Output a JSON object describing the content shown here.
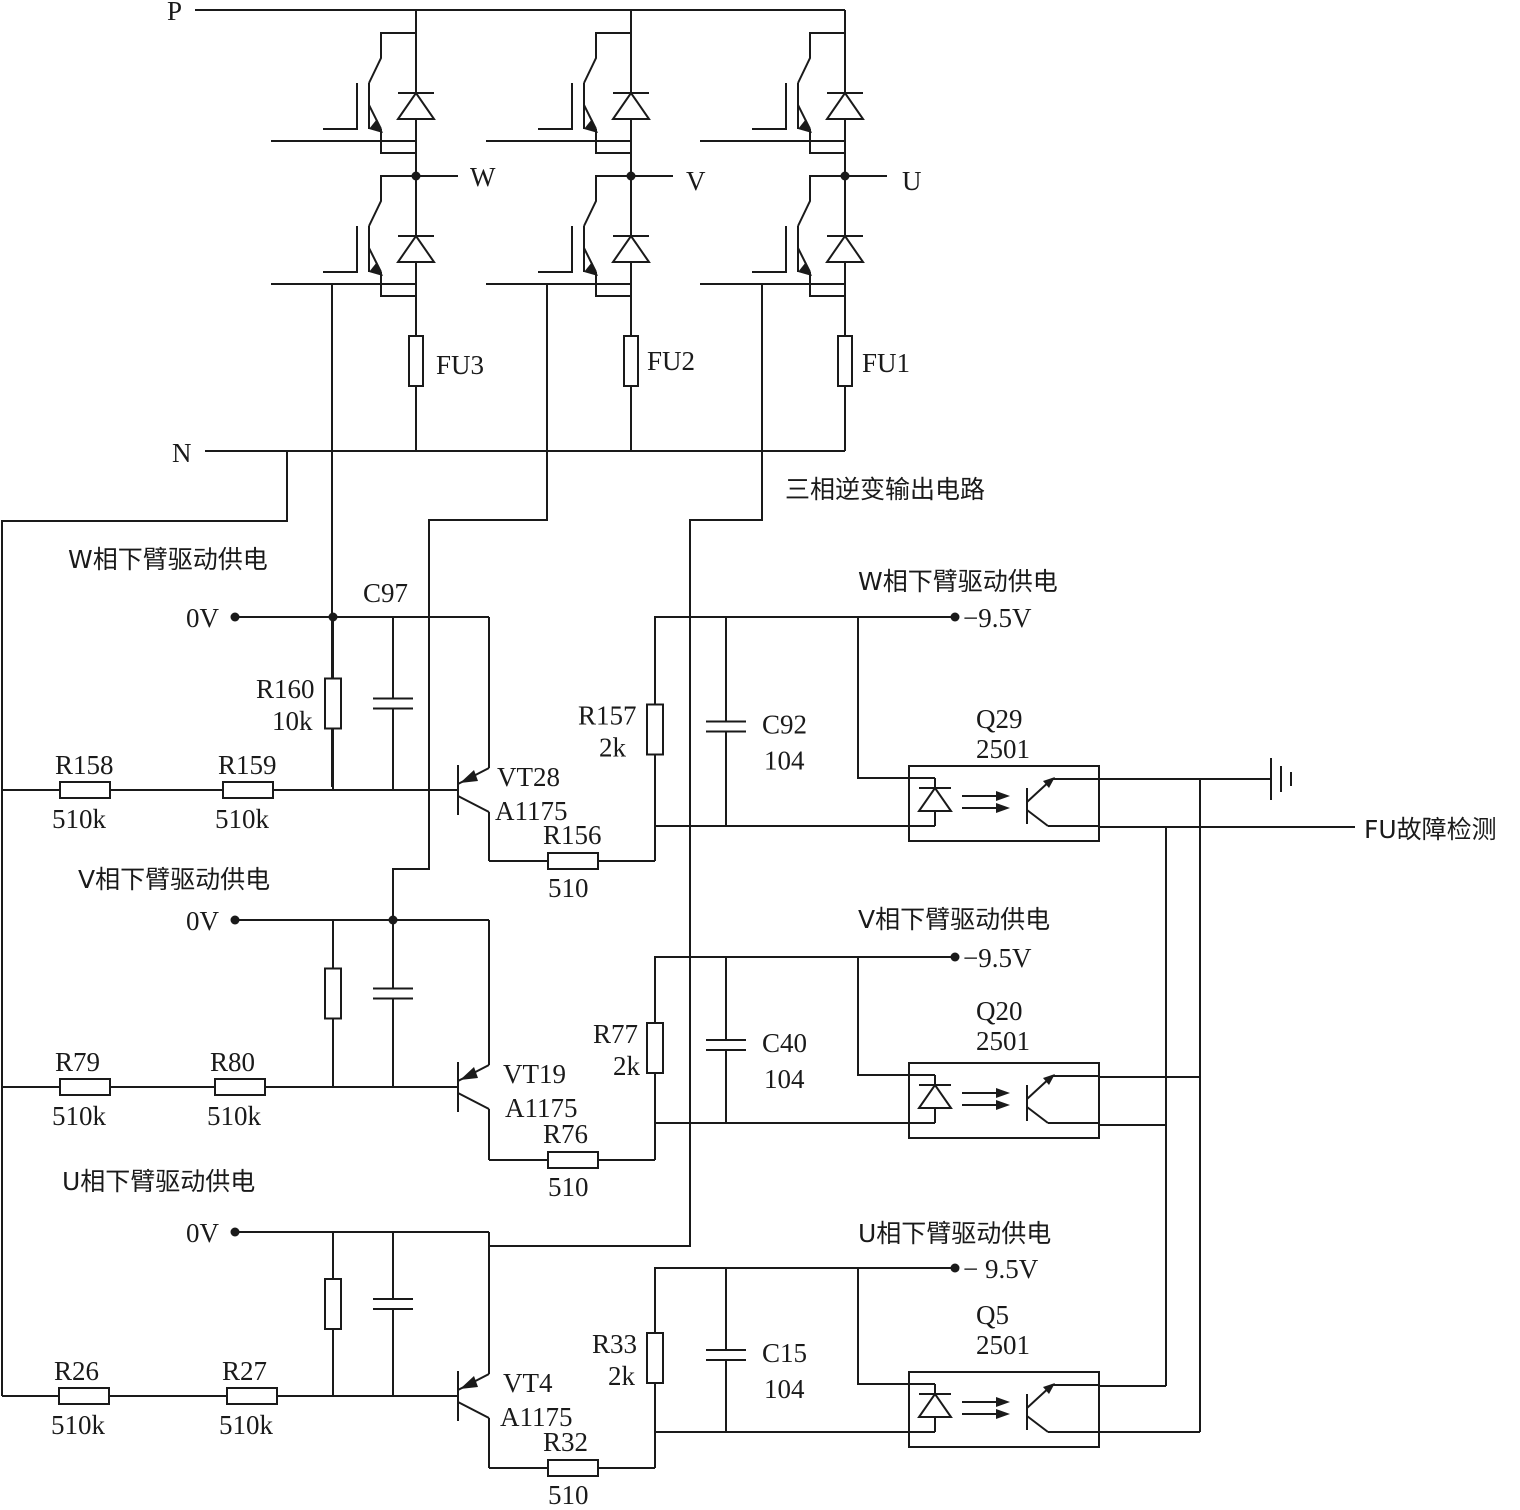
{
  "title": "三相逆变输出电路",
  "bus": {
    "positive": "P",
    "negative": "N"
  },
  "phases": [
    "W",
    "V",
    "U"
  ],
  "fuses": [
    "FU3",
    "FU2",
    "FU1"
  ],
  "output_label": "FU故障检测",
  "ground_symbol": "ground-icon",
  "drive_sections": [
    {
      "phase": "W",
      "left_title": "W相下臂驱动供电",
      "zero_v": "0V",
      "r_series_a": {
        "ref": "R158",
        "value": "510k"
      },
      "r_series_b": {
        "ref": "R159",
        "value": "510k"
      },
      "r_shunt": {
        "ref": "R160",
        "value": "10k"
      },
      "cap_left": {
        "ref": "C97"
      },
      "transistor": {
        "ref": "VT28",
        "part": "A1175"
      },
      "r_emitter": {
        "ref": "R156",
        "value": "510"
      },
      "right_title": "W相下臂驱动供电",
      "neg_supply": "−9.5V",
      "r_pullup": {
        "ref": "R157",
        "value": "2k"
      },
      "cap_right": {
        "ref": "C92",
        "value": "104"
      },
      "optocoupler": {
        "ref": "Q29",
        "part": "2501"
      }
    },
    {
      "phase": "V",
      "left_title": "V相下臂驱动供电",
      "zero_v": "0V",
      "r_series_a": {
        "ref": "R79",
        "value": "510k"
      },
      "r_series_b": {
        "ref": "R80",
        "value": "510k"
      },
      "transistor": {
        "ref": "VT19",
        "part": "A1175"
      },
      "r_emitter": {
        "ref": "R76",
        "value": "510"
      },
      "right_title": "V相下臂驱动供电",
      "neg_supply": "−9.5V",
      "r_pullup": {
        "ref": "R77",
        "value": "2k"
      },
      "cap_right": {
        "ref": "C40",
        "value": "104"
      },
      "optocoupler": {
        "ref": "Q20",
        "part": "2501"
      }
    },
    {
      "phase": "U",
      "left_title": "U相下臂驱动供电",
      "zero_v": "0V",
      "r_series_a": {
        "ref": "R26",
        "value": "510k"
      },
      "r_series_b": {
        "ref": "R27",
        "value": "510k"
      },
      "transistor": {
        "ref": "VT4",
        "part": "A1175"
      },
      "r_emitter": {
        "ref": "R32",
        "value": "510"
      },
      "right_title": "U相下臂驱动供电",
      "neg_supply": "− 9.5V",
      "r_pullup": {
        "ref": "R33",
        "value": "2k"
      },
      "cap_right": {
        "ref": "C15",
        "value": "104"
      },
      "optocoupler": {
        "ref": "Q5",
        "part": "2501"
      }
    }
  ]
}
